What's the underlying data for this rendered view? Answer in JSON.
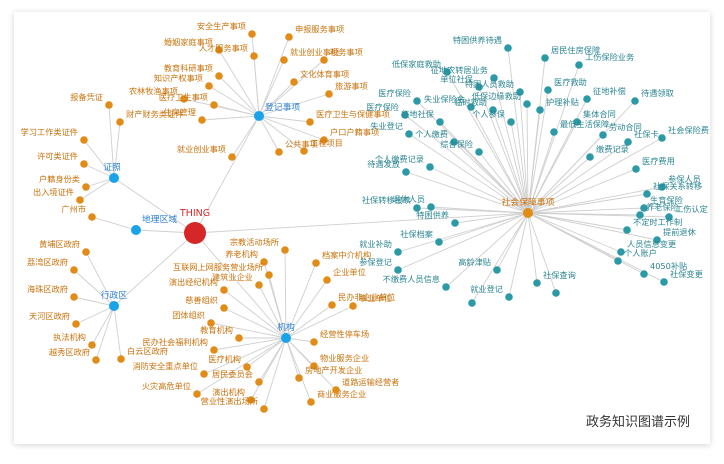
{
  "caption": "政务知识图谱示例",
  "colors": {
    "root": "#d62728",
    "hub": "#1aa3e8",
    "orange_node": "#e08c16",
    "orange_text": "#c9730d",
    "teal_node": "#2b9aa6",
    "teal_text": "#2b8591",
    "blue_text": "#2a7fd0",
    "root_text": "#d62728",
    "edge": "#cfcfcf"
  },
  "root": {
    "label": "THING"
  },
  "hubs": {
    "dengji": {
      "label": "登记事项"
    },
    "zhengzhao": {
      "label": "证照"
    },
    "diliquyu": {
      "label": "地理区域"
    },
    "xingzhengqu": {
      "label": "行政区"
    },
    "jigou": {
      "label": "机构"
    },
    "shehuibaozhang": {
      "label": "社会保障事项"
    }
  },
  "leaves": {
    "dengji": [
      "安全生产事项",
      "申报服务事项",
      "婚姻家庭事项",
      "人才服务事项",
      "就业创业事项",
      "税务事项",
      "教育科研事项",
      "知识产权事项",
      "文化体育事项",
      "农林牧渔事项",
      "医疗卫生事项",
      "旅游事项",
      "住房管理",
      "医疗卫生与保健事项",
      "户口户籍事项",
      "公共事项",
      "工程项目",
      "就业创业事项"
    ],
    "zhengzhao": [
      "报备凭证",
      "财产财务类证件",
      "学习工作类证件",
      "许可类证件",
      "户籍身份类",
      "出入境证件"
    ],
    "diliquyu": [
      "广州市"
    ],
    "xingzhengqu": [
      "黄埔区政府",
      "荔湾区政府",
      "海珠区政府",
      "天河区政府",
      "执法机构",
      "越秀区政府",
      "白云区政府"
    ],
    "jigou": [
      "宗教活动场所",
      "养老机构",
      "互联网上网服务营业场所",
      "建筑业企业",
      "档案中介机构",
      "演出经纪机构",
      "企业单位",
      "民办非企业单位",
      "慈善组织",
      "团体组织",
      "教育机构",
      "事业单位",
      "民办社会福利机构",
      "经营性停车场",
      "医疗机构",
      "消防安全重点单位",
      "居民委员会",
      "物业服务企业",
      "火灾高危单位",
      "房地产开发企业",
      "演出机构",
      "营业性演出场所",
      "商业服务企业",
      "道路运输经营者"
    ],
    "shehuibaozhang": [
      "特困供养待遇",
      "居民住房保障",
      "工伤保险业务",
      "低保家庭救助",
      "征地农转居业务",
      "单位社保",
      "医疗救助",
      "特困人员救助",
      "征地补偿",
      "医疗保险",
      "待遇领取",
      "低保边缘救助",
      "失业保险金",
      "临时救助",
      "护理补贴",
      "医疗保险",
      "征地社保",
      "个人参保",
      "集体合同",
      "最低生活保障",
      "失业登记",
      "劳动合同",
      "社会保险费",
      "个人缴费",
      "社保卡",
      "综合保险",
      "缴费记录",
      "个人缴费记录",
      "医疗费用",
      "待遇发放",
      "参保人员",
      "社保关系转移",
      "生育保险",
      "社保转移接续",
      "退休人员",
      "工伤认定",
      "养老保险",
      "特困供养",
      "不定时工作制",
      "提前退休",
      "社保档案",
      "就业补助",
      "人员信息变更",
      "个人账户",
      "参保登记",
      "4050补贴",
      "社保变更",
      "高龄津贴",
      "不缴费人员信息",
      "社保查询",
      "就业登记"
    ]
  }
}
